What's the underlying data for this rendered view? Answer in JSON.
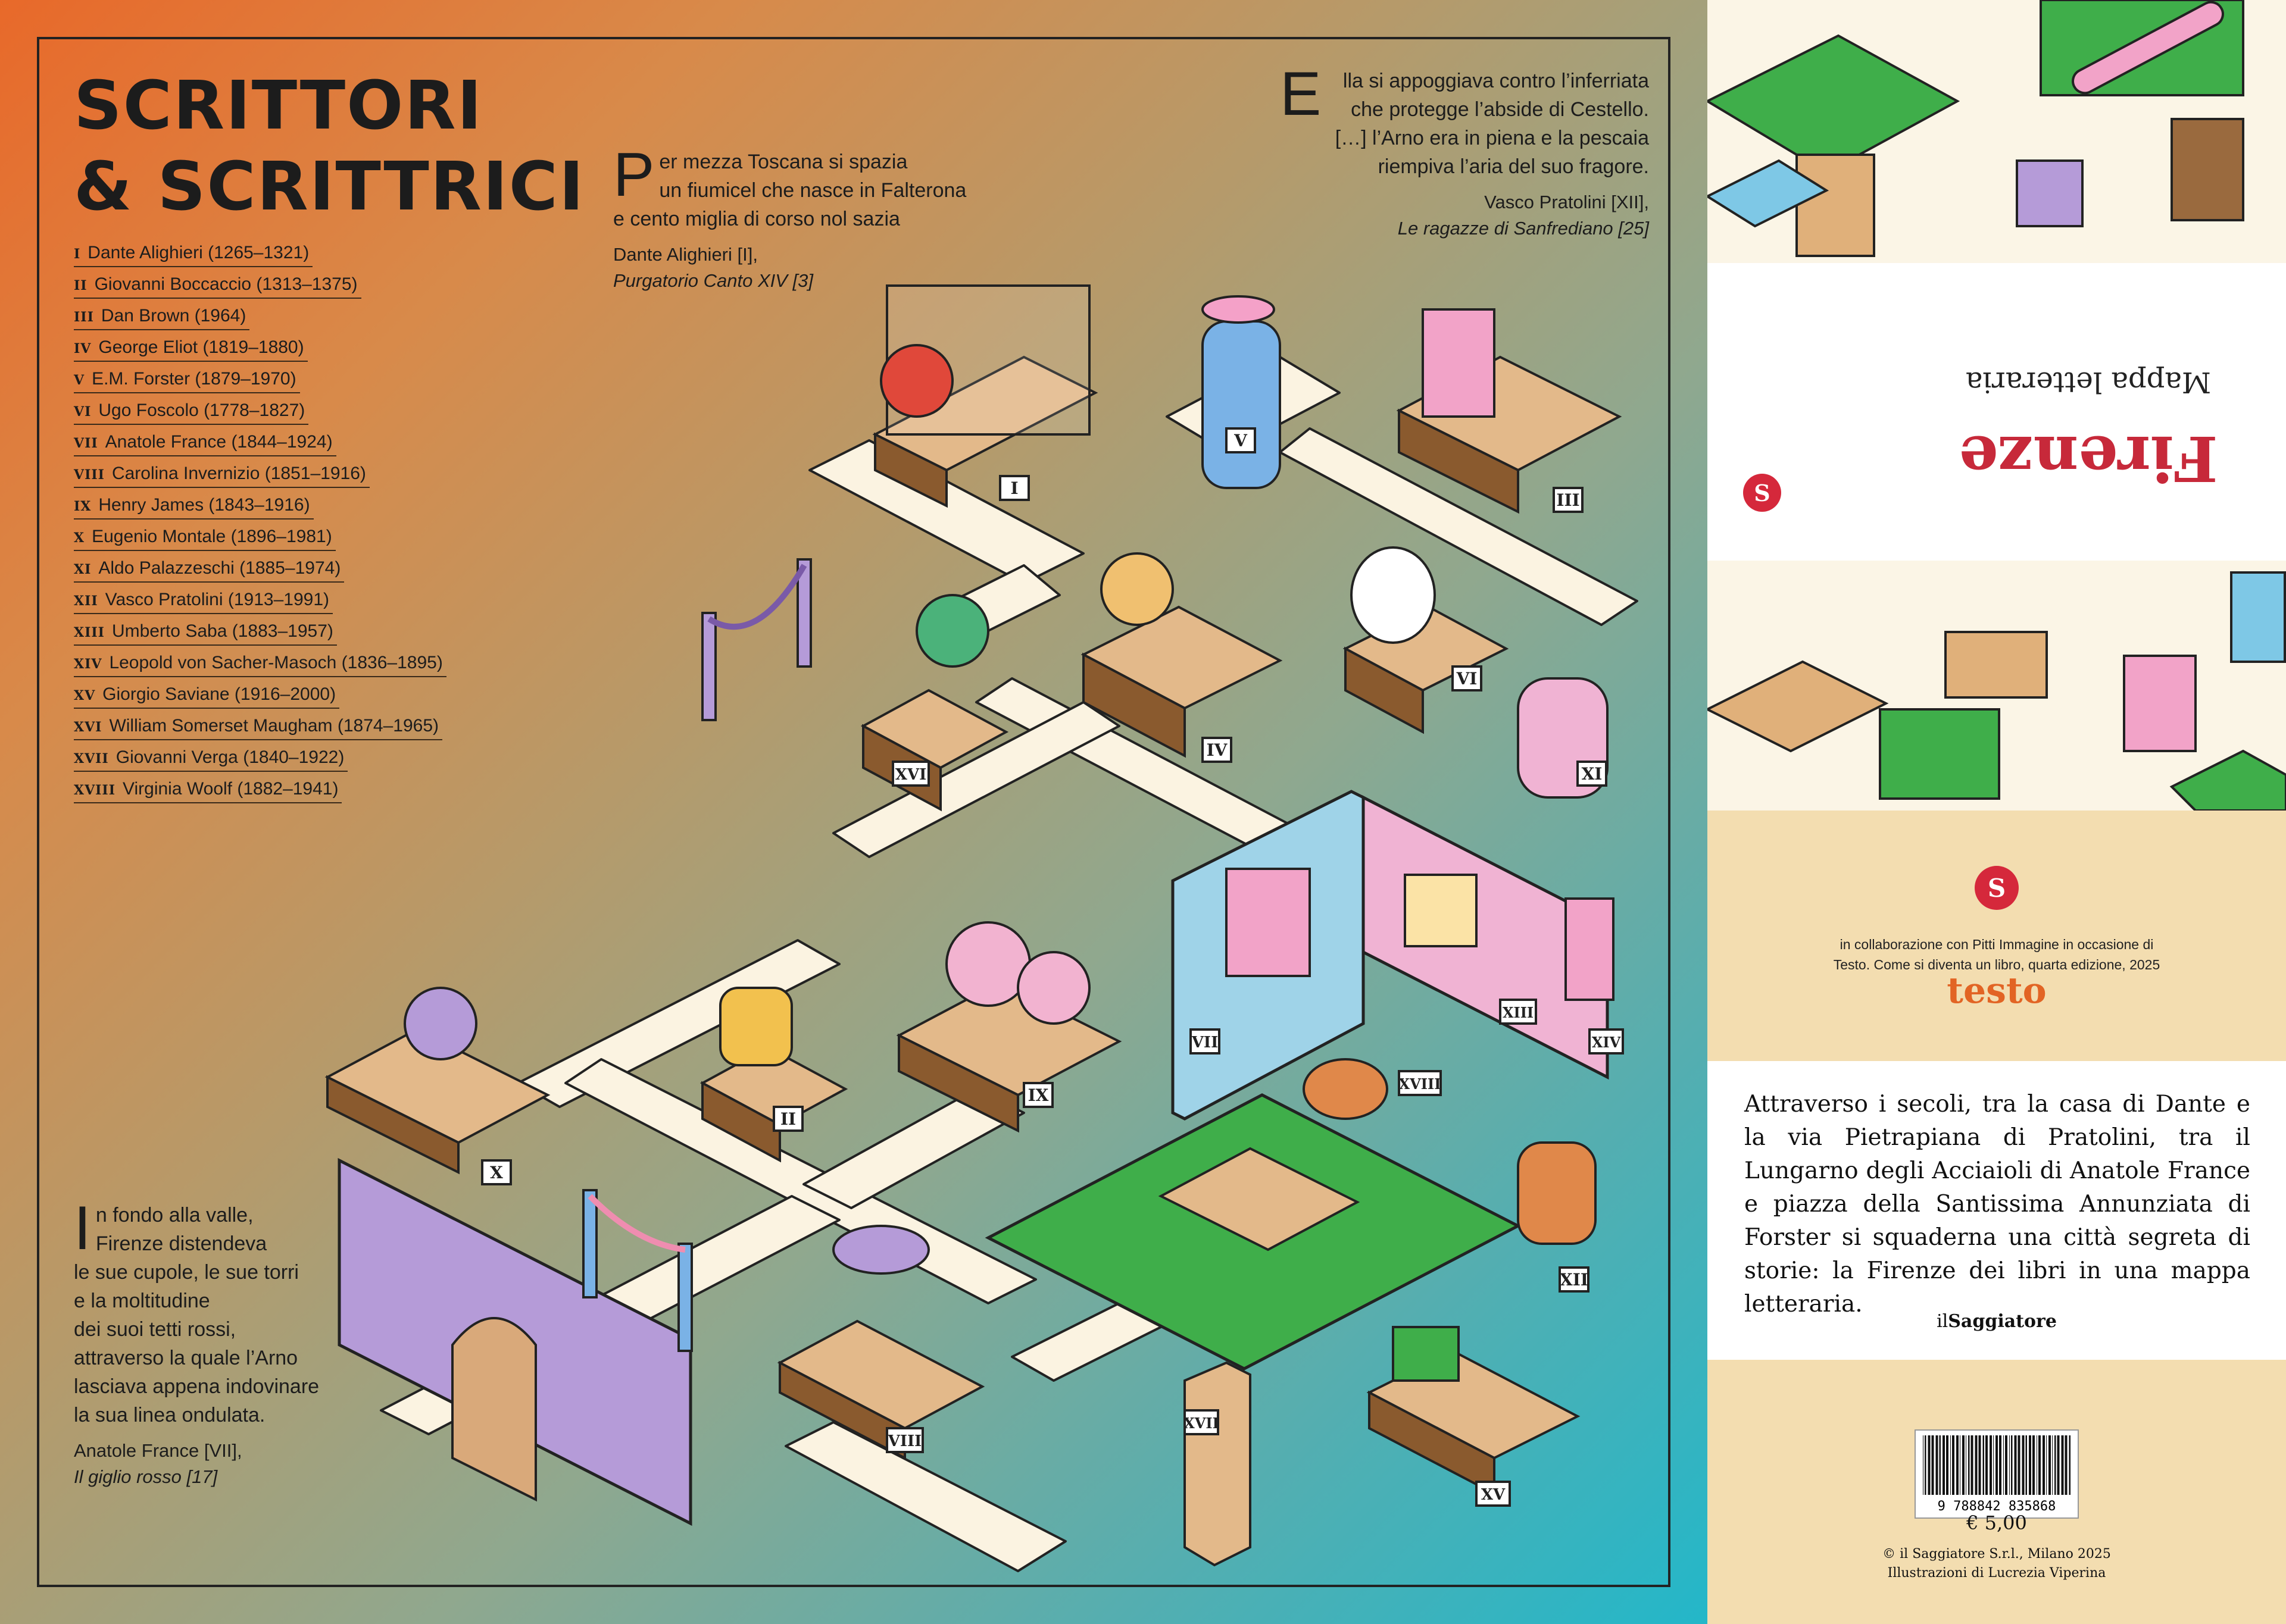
{
  "title_line1": "SCRITTORI",
  "title_line2": "& SCRITTRICI",
  "authors": [
    {
      "num": "I",
      "label": "Dante Alighieri (1265–1321)"
    },
    {
      "num": "II",
      "label": "Giovanni Boccaccio (1313–1375)"
    },
    {
      "num": "III",
      "label": "Dan Brown (1964)"
    },
    {
      "num": "IV",
      "label": "George Eliot (1819–1880)"
    },
    {
      "num": "V",
      "label": "E.M. Forster (1879–1970)"
    },
    {
      "num": "VI",
      "label": "Ugo Foscolo (1778–1827)"
    },
    {
      "num": "VII",
      "label": "Anatole France (1844–1924)"
    },
    {
      "num": "VIII",
      "label": "Carolina Invernizio (1851–1916)"
    },
    {
      "num": "IX",
      "label": "Henry James (1843–1916)"
    },
    {
      "num": "X",
      "label": "Eugenio Montale (1896–1981)"
    },
    {
      "num": "XI",
      "label": "Aldo Palazzeschi (1885–1974)"
    },
    {
      "num": "XII",
      "label": "Vasco Pratolini (1913–1991)"
    },
    {
      "num": "XIII",
      "label": "Umberto Saba (1883–1957)"
    },
    {
      "num": "XIV",
      "label": "Leopold von Sacher-Masoch (1836–1895)"
    },
    {
      "num": "XV",
      "label": "Giorgio Saviane (1916–2000)"
    },
    {
      "num": "XVI",
      "label": "William Somerset Maugham (1874–1965)"
    },
    {
      "num": "XVII",
      "label": "Giovanni Verga (1840–1922)"
    },
    {
      "num": "XVIII",
      "label": "Virginia Woolf (1882–1941)"
    }
  ],
  "quote_dante": {
    "dropcap": "P",
    "first": "er mezza Toscana si spazia",
    "line2": "un fiumicel che nasce in Falterona",
    "line3": "e cento miglia di corso nol sazia",
    "attr1": "Dante Alighieri [I],",
    "attr2": "Purgatorio Canto XIV [3]"
  },
  "quote_pratolini": {
    "dropcap": "E",
    "first": "lla si appoggiava contro l’inferriata",
    "line2": "che protegge l’abside di Cestello.",
    "line3": "[…] l’Arno era in piena e la pescaia",
    "line4": "riempiva l’aria del suo fragore.",
    "attr1": "Vasco Pratolini [XII],",
    "attr2": "Le ragazze di Sanfrediano [25]"
  },
  "quote_france": {
    "dropcap": "I",
    "first": "n fondo alla valle,",
    "line2": "Firenze distendeva",
    "line3": "le sue cupole, le sue torri",
    "line4": "e la moltitudine",
    "line5": "dei suoi tetti rossi,",
    "line6": "attraverso la quale l’Arno",
    "line7": "lasciava appena indovinare",
    "line8": "la sua linea ondulata.",
    "attr1": "Anatole France [VII],",
    "attr2": "Il giglio rosso [17]"
  },
  "exhibit_labels": [
    "I",
    "II",
    "III",
    "IV",
    "V",
    "VI",
    "VII",
    "VIII",
    "IX",
    "X",
    "XI",
    "XII",
    "XIII",
    "XIV",
    "XV",
    "XVI",
    "XVII",
    "XVIII"
  ],
  "cover": {
    "title": "Firenze",
    "subtitle": "Mappa letteraria",
    "logo_glyph": "S"
  },
  "collab": {
    "line1": "in collaborazione con Pitti Immagine in occasione di",
    "line2": "Testo. Come si diventa un libro, quarta edizione, 2025",
    "testo": "testo"
  },
  "blurb": "Attraverso i secoli, tra la casa di Dante e la via Pietrapiana di Pratolini, tra il Lungarno degli Acciaioli di Anatole France e piazza della Santissima Annunziata di Forster si squaderna una città segreta di storie: la Firenze dei libri in una mappa letteraria.",
  "publisher_pre": "il",
  "publisher_name": "Saggiatore",
  "barcode_number": "9 788842 835868",
  "price": "€ 5,00",
  "copyright": "© il Saggiatore S.r.l., Milano 2025",
  "illustrator": "Illustrazioni di Lucrezia Viperina",
  "colors": {
    "brand_red": "#d5283b",
    "testo_orange": "#e26424",
    "cream": "#f3ddb0",
    "path": "#fbf3e1"
  }
}
